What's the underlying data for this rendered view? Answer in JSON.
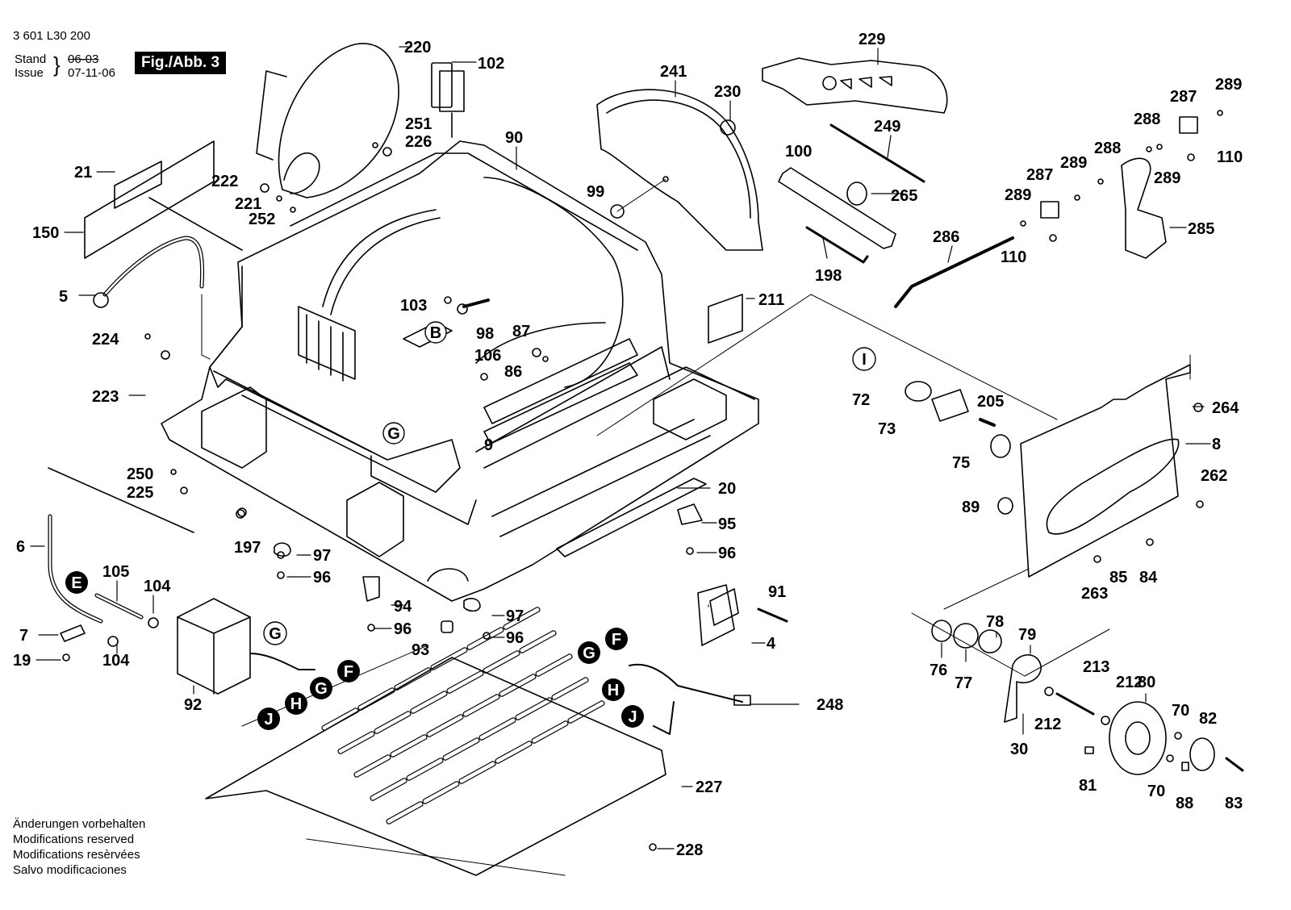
{
  "header": {
    "part_number": "3 601 L30 200",
    "stand_label": "Stand",
    "issue_label": "Issue",
    "stand_date": "06-03",
    "issue_date": "07-11-06",
    "figure_label": "Fig./Abb. 3"
  },
  "footer": {
    "lines": [
      "Änderungen vorbehalten",
      "Modifications reserved",
      "Modifications resèrvées",
      "Salvo modificaciones"
    ]
  },
  "callouts": [
    {
      "id": "c220",
      "text": "220"
    },
    {
      "id": "c102",
      "text": "102"
    },
    {
      "id": "c229",
      "text": "229"
    },
    {
      "id": "c241",
      "text": "241"
    },
    {
      "id": "c230",
      "text": "230"
    },
    {
      "id": "c289a",
      "text": "289"
    },
    {
      "id": "c287a",
      "text": "287"
    },
    {
      "id": "c288a",
      "text": "288"
    },
    {
      "id": "c251",
      "text": "251"
    },
    {
      "id": "c226",
      "text": "226"
    },
    {
      "id": "c90",
      "text": "90"
    },
    {
      "id": "c249",
      "text": "249"
    },
    {
      "id": "c100",
      "text": "100"
    },
    {
      "id": "c288b",
      "text": "288"
    },
    {
      "id": "c110a",
      "text": "110"
    },
    {
      "id": "c289b",
      "text": "289"
    },
    {
      "id": "c21",
      "text": "21"
    },
    {
      "id": "c222",
      "text": "222"
    },
    {
      "id": "c221",
      "text": "221"
    },
    {
      "id": "c252",
      "text": "252"
    },
    {
      "id": "c150",
      "text": "150"
    },
    {
      "id": "c99",
      "text": "99"
    },
    {
      "id": "c265",
      "text": "265"
    },
    {
      "id": "c287b",
      "text": "287"
    },
    {
      "id": "c289c",
      "text": "289"
    },
    {
      "id": "c289d",
      "text": "289"
    },
    {
      "id": "c285",
      "text": "285"
    },
    {
      "id": "c286",
      "text": "286"
    },
    {
      "id": "c110b",
      "text": "110"
    },
    {
      "id": "c198",
      "text": "198"
    },
    {
      "id": "c5",
      "text": "5"
    },
    {
      "id": "c103",
      "text": "103"
    },
    {
      "id": "c211",
      "text": "211"
    },
    {
      "id": "c98",
      "text": "98"
    },
    {
      "id": "c87",
      "text": "87"
    },
    {
      "id": "c224",
      "text": "224"
    },
    {
      "id": "c106",
      "text": "106"
    },
    {
      "id": "c86",
      "text": "86"
    },
    {
      "id": "c72",
      "text": "72"
    },
    {
      "id": "c223",
      "text": "223"
    },
    {
      "id": "c205",
      "text": "205"
    },
    {
      "id": "c264",
      "text": "264"
    },
    {
      "id": "c73",
      "text": "73"
    },
    {
      "id": "c9",
      "text": "9"
    },
    {
      "id": "c8",
      "text": "8"
    },
    {
      "id": "c75",
      "text": "75"
    },
    {
      "id": "c250",
      "text": "250"
    },
    {
      "id": "c262",
      "text": "262"
    },
    {
      "id": "c225",
      "text": "225"
    },
    {
      "id": "c20",
      "text": "20"
    },
    {
      "id": "c89",
      "text": "89"
    },
    {
      "id": "c95",
      "text": "95"
    },
    {
      "id": "c6",
      "text": "6"
    },
    {
      "id": "c197",
      "text": "197"
    },
    {
      "id": "c97a",
      "text": "97"
    },
    {
      "id": "c96a",
      "text": "96"
    },
    {
      "id": "c96b",
      "text": "96"
    },
    {
      "id": "c85",
      "text": "85"
    },
    {
      "id": "c84",
      "text": "84"
    },
    {
      "id": "c105",
      "text": "105"
    },
    {
      "id": "c104a",
      "text": "104"
    },
    {
      "id": "c263",
      "text": "263"
    },
    {
      "id": "c91",
      "text": "91"
    },
    {
      "id": "c94",
      "text": "94"
    },
    {
      "id": "c97b",
      "text": "97"
    },
    {
      "id": "c7",
      "text": "7"
    },
    {
      "id": "c96c",
      "text": "96"
    },
    {
      "id": "c96d",
      "text": "96"
    },
    {
      "id": "c4",
      "text": "4"
    },
    {
      "id": "c78",
      "text": "78"
    },
    {
      "id": "c79",
      "text": "79"
    },
    {
      "id": "c19",
      "text": "19"
    },
    {
      "id": "c104b",
      "text": "104"
    },
    {
      "id": "c93",
      "text": "93"
    },
    {
      "id": "c76",
      "text": "76"
    },
    {
      "id": "c77",
      "text": "77"
    },
    {
      "id": "c213",
      "text": "213"
    },
    {
      "id": "c212a",
      "text": "212"
    },
    {
      "id": "c80",
      "text": "80"
    },
    {
      "id": "c248",
      "text": "248"
    },
    {
      "id": "c92",
      "text": "92"
    },
    {
      "id": "c212b",
      "text": "212"
    },
    {
      "id": "c70a",
      "text": "70"
    },
    {
      "id": "c82",
      "text": "82"
    },
    {
      "id": "c30",
      "text": "30"
    },
    {
      "id": "c81",
      "text": "81"
    },
    {
      "id": "c70b",
      "text": "70"
    },
    {
      "id": "c88",
      "text": "88"
    },
    {
      "id": "c83",
      "text": "83"
    },
    {
      "id": "c227",
      "text": "227"
    },
    {
      "id": "c228",
      "text": "228"
    }
  ],
  "connectors": [
    {
      "id": "conn-B",
      "text": "B",
      "style": "outline"
    },
    {
      "id": "conn-G1",
      "text": "G",
      "style": "outline"
    },
    {
      "id": "conn-I",
      "text": "I",
      "style": "outline"
    },
    {
      "id": "conn-G2",
      "text": "G",
      "style": "outline"
    },
    {
      "id": "conn-E",
      "text": "E",
      "style": "filled"
    },
    {
      "id": "conn-F1",
      "text": "F",
      "style": "filled"
    },
    {
      "id": "conn-G3",
      "text": "G",
      "style": "filled"
    },
    {
      "id": "conn-H1",
      "text": "H",
      "style": "filled"
    },
    {
      "id": "conn-J1",
      "text": "J",
      "style": "filled"
    },
    {
      "id": "conn-F2",
      "text": "F",
      "style": "filled"
    },
    {
      "id": "conn-G4",
      "text": "G",
      "style": "filled"
    },
    {
      "id": "conn-H2",
      "text": "H",
      "style": "filled"
    },
    {
      "id": "conn-J2",
      "text": "J",
      "style": "filled"
    }
  ]
}
